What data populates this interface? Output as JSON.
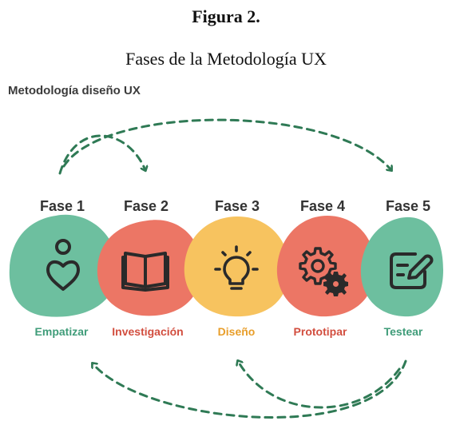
{
  "figure": {
    "number": "Figura 2.",
    "title": "Fases de la Metodología UX"
  },
  "diagram": {
    "heading": "Metodología diseño UX",
    "phases": [
      {
        "label": "Fase 1",
        "name": "Empatizar",
        "icon": "heart-person-icon",
        "color": "#6dbf9f",
        "name_color": "#3f9c79"
      },
      {
        "label": "Fase 2",
        "name": "Investigación",
        "icon": "open-book-icon",
        "color": "#ec7665",
        "name_color": "#d24e3f"
      },
      {
        "label": "Fase 3",
        "name": "Diseño",
        "icon": "lightbulb-icon",
        "color": "#f7c35f",
        "name_color": "#e89e2a"
      },
      {
        "label": "Fase 4",
        "name": "Prototipar",
        "icon": "gears-icon",
        "color": "#ec7665",
        "name_color": "#d24e3f"
      },
      {
        "label": "Fase 5",
        "name": "Testear",
        "icon": "edit-note-icon",
        "color": "#6dbf9f",
        "name_color": "#3f9c79"
      }
    ],
    "arrow_color": "#2f7a55"
  }
}
